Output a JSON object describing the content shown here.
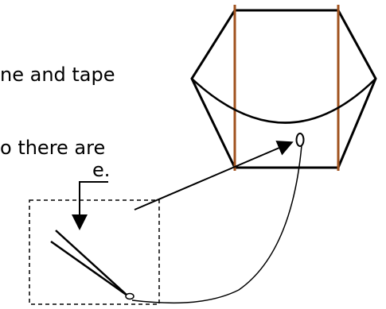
{
  "text": {
    "line1": "ne and tape",
    "line2": "o there are",
    "line3": "e."
  },
  "colors": {
    "rod": "#a0521e",
    "line": "#000000",
    "background": "#ffffff"
  }
}
